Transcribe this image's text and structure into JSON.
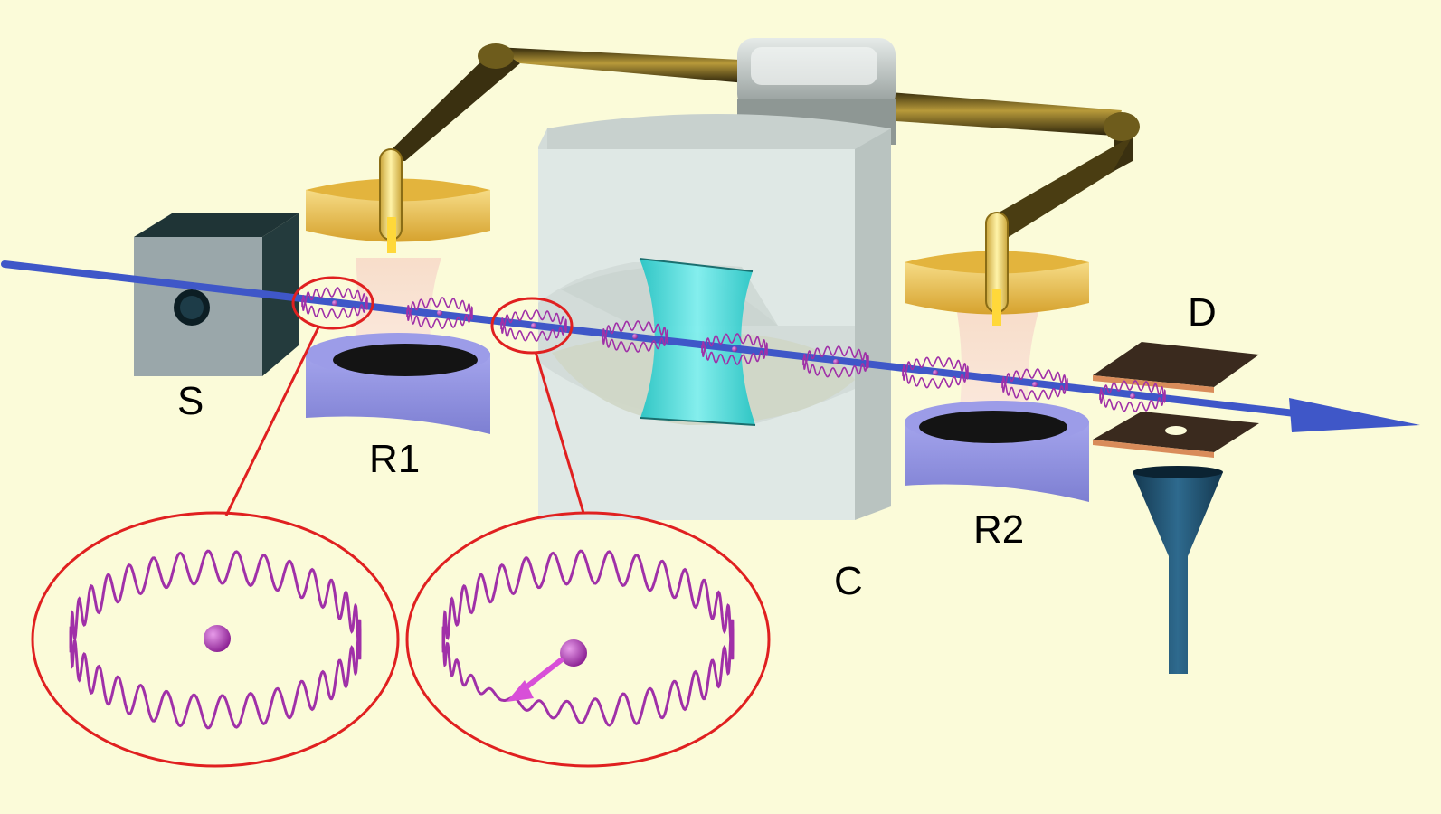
{
  "labels": {
    "source": "S",
    "zone1": "R1",
    "cavity": "C",
    "zone2": "R2",
    "detector": "D"
  },
  "colors": {
    "background": "#fbfbd9",
    "beam": "#3f57c8",
    "atom": "#a030a8",
    "highlight": "#e02020",
    "waveguide": "#5b4a16",
    "mirror": "#40d8d8",
    "cavity_block": "#dfe8e5",
    "coupler": "#e9bf4c",
    "resonator_base": "#8d8ee0",
    "source_box": "#9aa7aa",
    "detector_plate": "#3a2a1e",
    "funnel": "#1c4a66"
  }
}
